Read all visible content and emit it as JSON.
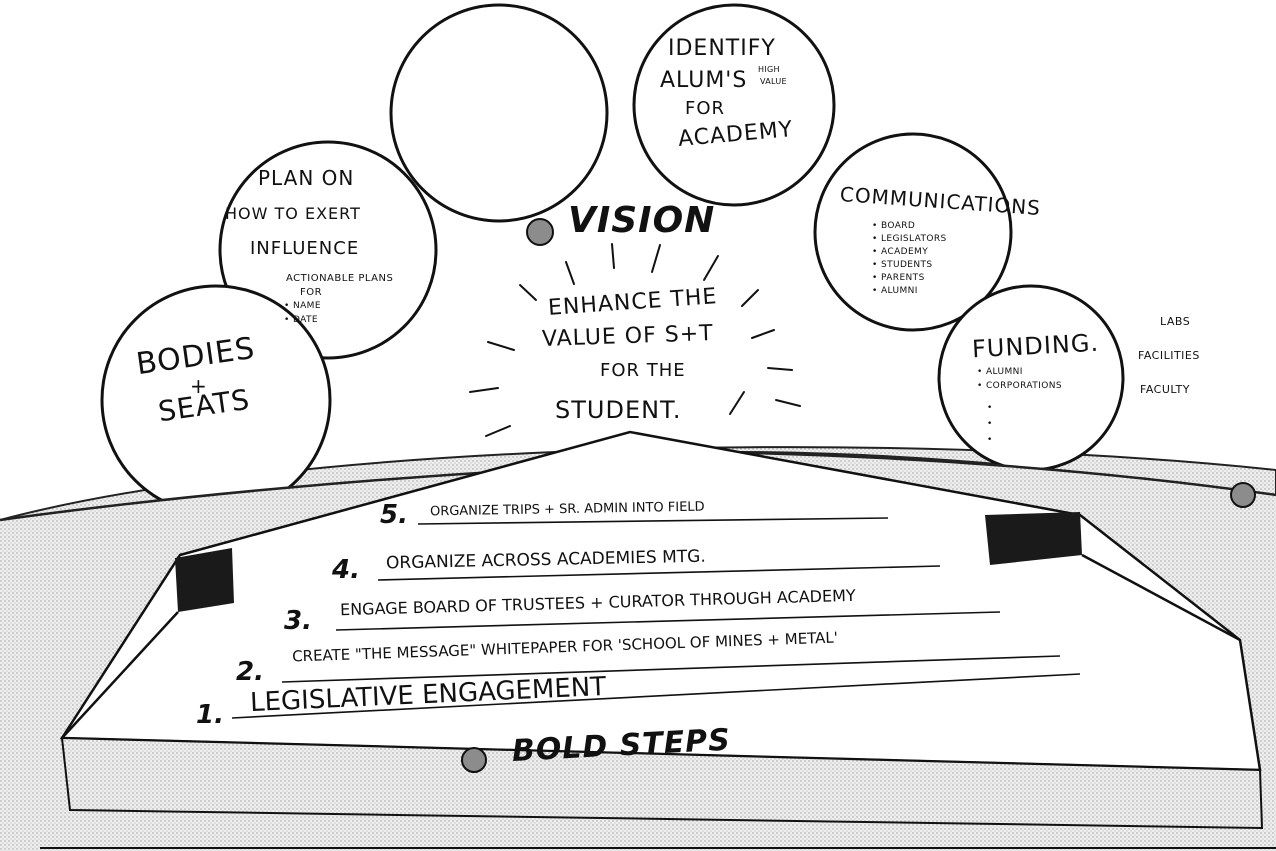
{
  "vision": {
    "label": "VISION"
  },
  "center": {
    "lines": [
      "Enhance the",
      "Value of S+T",
      "for the",
      "Student."
    ]
  },
  "circles": {
    "top_right": {
      "lines": [
        "Identify",
        "Alum's",
        "for",
        "Academy"
      ],
      "note": [
        "High",
        "Value"
      ]
    },
    "plan": {
      "lines": [
        "Plan on",
        "How to Exert",
        "Influence"
      ],
      "sub_heading": [
        "Actionable Plans",
        "for"
      ],
      "bullets": [
        "Name",
        "Date"
      ]
    },
    "communications": {
      "title": "Communications",
      "bullets": [
        "Board",
        "Legislators",
        "Academy",
        "Students",
        "Parents",
        "Alumni"
      ]
    },
    "bodies": {
      "lines": [
        "Bodies",
        "+",
        "Seats"
      ]
    },
    "funding": {
      "title": "Funding.",
      "bullets": [
        "Alumni",
        "Corporations"
      ],
      "side_labels": [
        "Labs",
        "Facilities",
        "Faculty"
      ]
    }
  },
  "steps": [
    {
      "num": "5.",
      "text": "Organize Trips + Sr. Admin into Field"
    },
    {
      "num": "4.",
      "text": "Organize Across Academies Mtg."
    },
    {
      "num": "3.",
      "text": "Engage Board of Trustees + Curator through Academy"
    },
    {
      "num": "2.",
      "text": "Create \"The Message\" WhitePaper for 'School of Mines + Metal'"
    },
    {
      "num": "1.",
      "text": "Legislative Engagement"
    }
  ],
  "bold_steps": {
    "label": "BOLD STEPS"
  }
}
